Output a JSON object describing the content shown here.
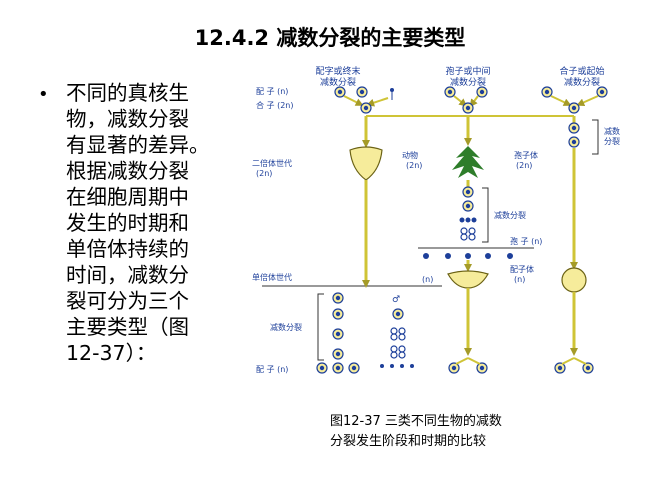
{
  "title": "12.4.2 减数分裂的主要类型",
  "bullet": {
    "text": "不同的真核生\n物，减数分裂\n有显著的差异。\n根据减数分裂\n在细胞周期中\n发生的时期和\n单倍体持续的\n时间，减数分\n裂可分为三个\n主要类型（图\n12-37）："
  },
  "figure": {
    "header_left_1": "配字或终末",
    "header_left_2": "减数分裂",
    "header_mid_1": "孢子或中间",
    "header_mid_2": "减数分裂",
    "header_right_1": "合子或起始",
    "header_right_2": "减数分裂",
    "label_gamete_top": "配 子 (n)",
    "label_zygote": "合 子 (2n)",
    "label_diploid_1": "二倍体世代",
    "label_diploid_2": "(2n)",
    "label_animal": "动物",
    "label_animal_n": "(2n)",
    "label_sporophyte": "孢子体",
    "label_sporophyte_n": "(2n)",
    "label_meiosis_mid": "减数分裂",
    "label_meiosis_right_1": "减数",
    "label_meiosis_right_2": "分裂",
    "label_spore": "孢 子 (n)",
    "label_haploid_1": "单倍体世代",
    "label_haploid_2": "(n)",
    "label_gametophyte": "配子体",
    "label_gametophyte_n": "(n)",
    "label_meiosis_left": "减数分裂",
    "label_gamete_bottom": "配 子 (n)"
  },
  "caption": "图12-37 三类不同生物的减数\n分裂发生阶段和时期的比较",
  "colors": {
    "arrow": "#cfc436",
    "arrow_dark": "#8b8320",
    "cell_fill": "#f6ec9b",
    "cell_stroke": "#6b6215",
    "leaf": "#2e7d2a",
    "text_blue": "#1d3f9a"
  }
}
